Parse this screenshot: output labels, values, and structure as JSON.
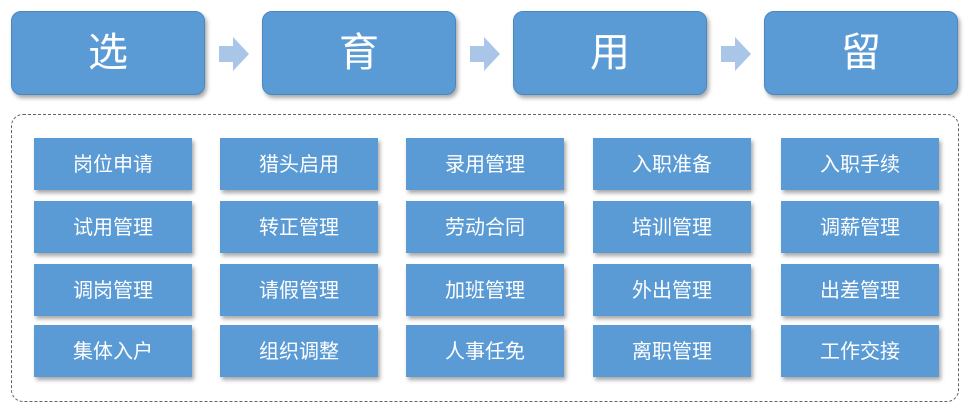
{
  "stages": [
    "选",
    "育",
    "用",
    "留"
  ],
  "grid": [
    [
      "岗位申请",
      "猎头启用",
      "录用管理",
      "入职准备",
      "入职手续"
    ],
    [
      "试用管理",
      "转正管理",
      "劳动合同",
      "培训管理",
      "调薪管理"
    ],
    [
      "调岗管理",
      "请假管理",
      "加班管理",
      "外出管理",
      "出差管理"
    ],
    [
      "集体入户",
      "组织调整",
      "人事任免",
      "离职管理",
      "工作交接"
    ]
  ],
  "colors": {
    "box": "#5b9bd5",
    "arrow": "#a9c6e8",
    "frame": "#5c6670",
    "text": "#ffffff"
  },
  "icons": {
    "stage_arrow": "right-arrow-icon"
  }
}
